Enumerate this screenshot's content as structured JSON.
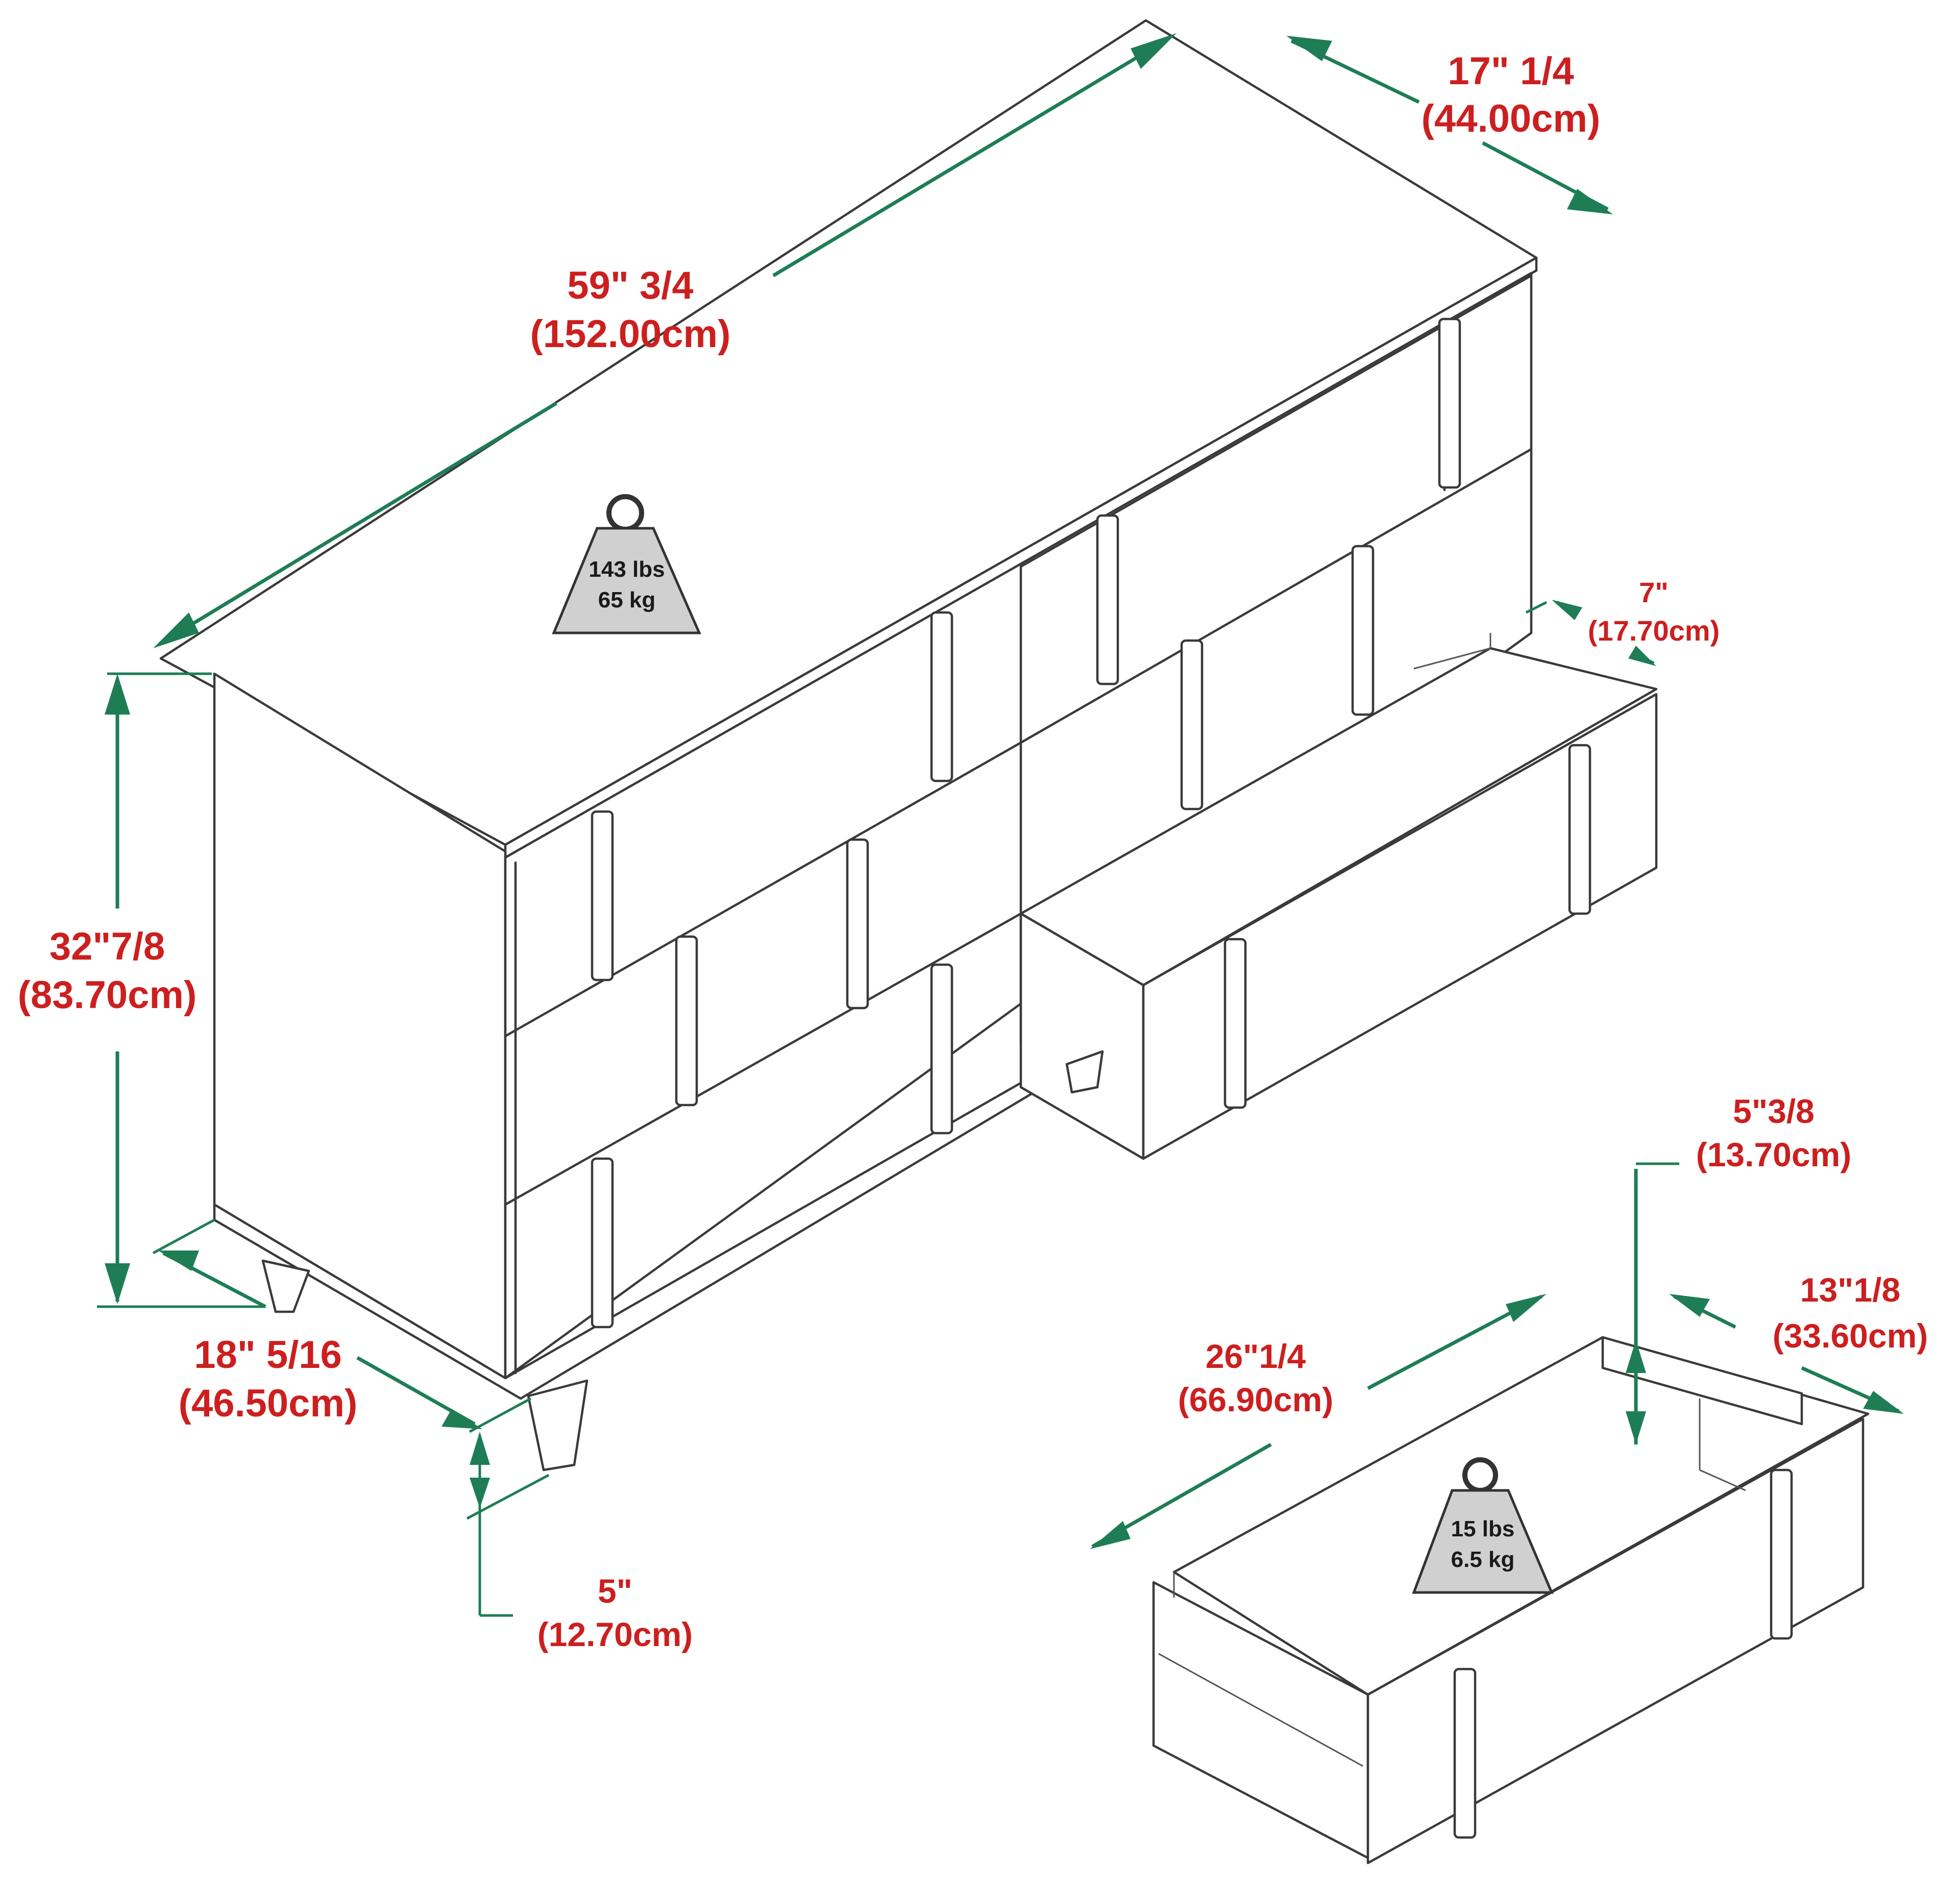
{
  "dresser": {
    "width": {
      "imperial": "59\" 3/4",
      "metric": "(152.00cm)"
    },
    "depth": {
      "imperial": "17\" 1/4",
      "metric": "(44.00cm)"
    },
    "height": {
      "imperial": "32\"7/8",
      "metric": "(83.70cm)"
    },
    "side_depth": {
      "imperial": "18\" 5/16",
      "metric": "(46.50cm)"
    },
    "leg_height": {
      "imperial": "5\"",
      "metric": "(12.70cm)"
    },
    "drawer_extension": {
      "imperial": "7\"",
      "metric": "(17.70cm)"
    },
    "weight": {
      "lbs": "143 lbs",
      "kg": "65 kg"
    }
  },
  "drawer": {
    "width": {
      "imperial": "26\"1/4",
      "metric": "(66.90cm)"
    },
    "depth": {
      "imperial": "13\"1/8",
      "metric": "(33.60cm)"
    },
    "height": {
      "imperial": "5\"3/8",
      "metric": "(13.70cm)"
    },
    "weight": {
      "lbs": "15 lbs",
      "kg": "6.5 kg"
    }
  },
  "colors": {
    "dimension_line": "#1e7d55",
    "label_text": "#cc1f1f",
    "outline": "#3a3a3a",
    "weight_icon_fill": "#d0d0d0"
  }
}
